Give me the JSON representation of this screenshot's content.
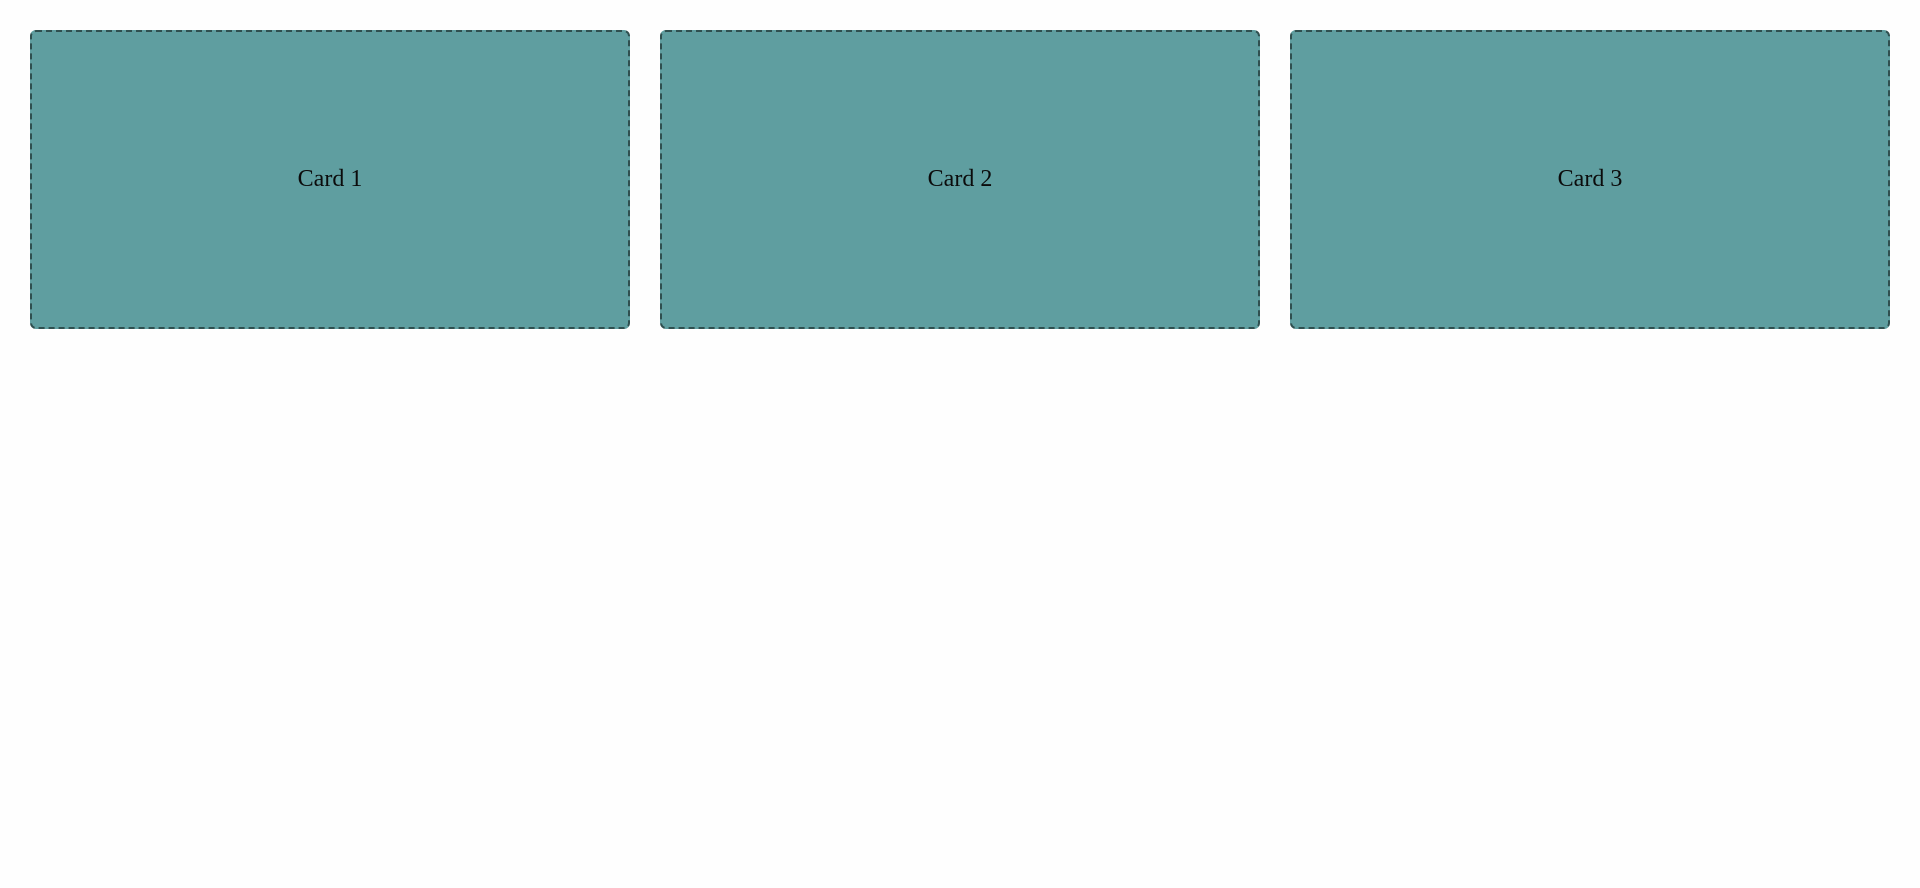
{
  "colors": {
    "page_background": "#fefefe",
    "card_fill": "#5f9ea0",
    "card_border": "#2f4f4f",
    "card_text": "#0b0b0b"
  },
  "cards": [
    {
      "label": "Card 1"
    },
    {
      "label": "Card 2"
    },
    {
      "label": "Card 3"
    }
  ]
}
